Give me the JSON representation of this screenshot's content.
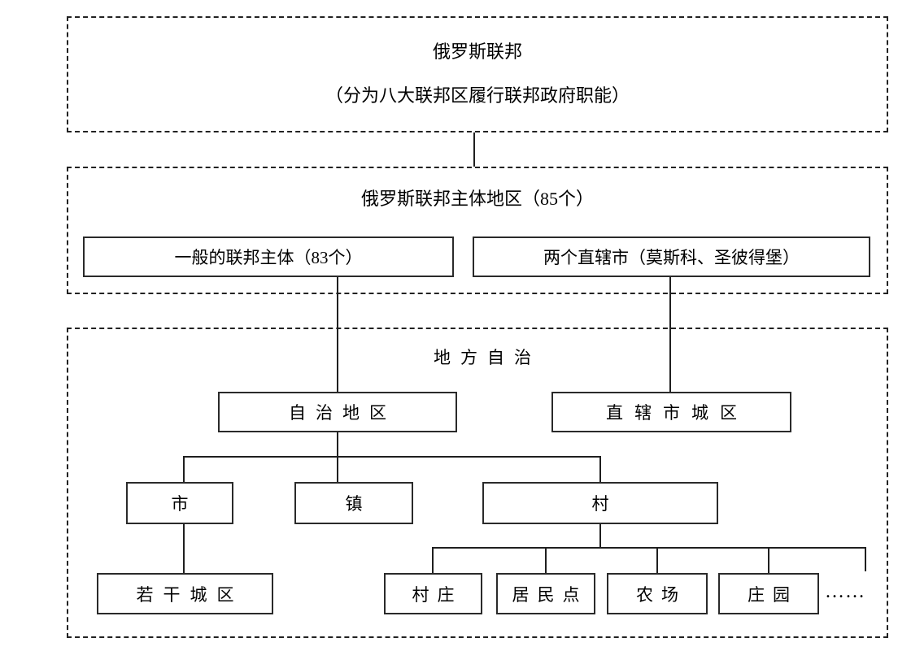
{
  "colors": {
    "background": "#ffffff",
    "line": "#1f1f1f",
    "text": "#000000"
  },
  "federation_box": {
    "title": "俄罗斯联邦",
    "subtitle": "（分为八大联邦区履行联邦政府职能）"
  },
  "subjects_box": {
    "title": "俄罗斯联邦主体地区（85个）",
    "general_subjects": "一般的联邦主体（83个）",
    "federal_cities": "两个直辖市（莫斯科、圣彼得堡）"
  },
  "local_self_government_box": {
    "title": "地方自治",
    "autonomous_region": "自治地区",
    "federal_city_districts": "直辖市城区",
    "city": "市",
    "town": "镇",
    "village": "村",
    "several_urban_districts": "若干城区",
    "hamlet": "村庄",
    "settlement": "居民点",
    "farm": "农场",
    "manor": "庄园",
    "more": "……"
  }
}
